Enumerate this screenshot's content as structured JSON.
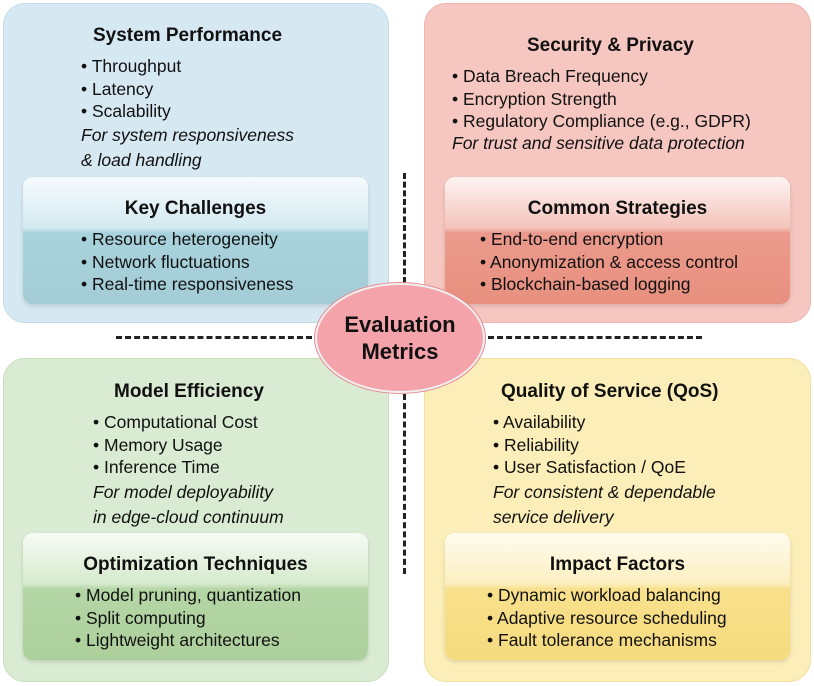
{
  "center": {
    "line1": "Evaluation",
    "line2": "Metrics"
  },
  "system_performance": {
    "title": "System Performance",
    "items": [
      "Throughput",
      "Latency",
      "Scalability"
    ],
    "note": [
      "For system responsiveness",
      "& load handling"
    ],
    "sub": {
      "title": "Key Challenges",
      "items": [
        "Resource heterogeneity",
        "Network fluctuations",
        "Real-time responsiveness"
      ]
    }
  },
  "security_privacy": {
    "title": "Security & Privacy",
    "items": [
      "Data Breach Frequency",
      "Encryption Strength",
      "Regulatory Compliance (e.g., GDPR)"
    ],
    "note": [
      "For trust and sensitive data protection"
    ],
    "sub": {
      "title": "Common Strategies",
      "items": [
        "End-to-end encryption",
        "Anonymization & access control",
        "Blockchain-based logging"
      ]
    }
  },
  "model_efficiency": {
    "title": "Model Efficiency",
    "items": [
      "Computational Cost",
      "Memory Usage",
      "Inference Time"
    ],
    "note": [
      "For model deployability",
      "in edge-cloud continuum"
    ],
    "sub": {
      "title": "Optimization Techniques",
      "items": [
        "Model pruning, quantization",
        "Split computing",
        "Lightweight architectures"
      ]
    }
  },
  "qos": {
    "title": "Quality of Service (QoS)",
    "items": [
      "Availability",
      "Reliability",
      "User Satisfaction / QoE"
    ],
    "note": [
      "For consistent & dependable",
      "service delivery"
    ],
    "sub": {
      "title": "Impact Factors",
      "items": [
        "Dynamic workload balancing",
        "Adaptive resource scheduling",
        "Fault tolerance mechanisms"
      ]
    }
  }
}
